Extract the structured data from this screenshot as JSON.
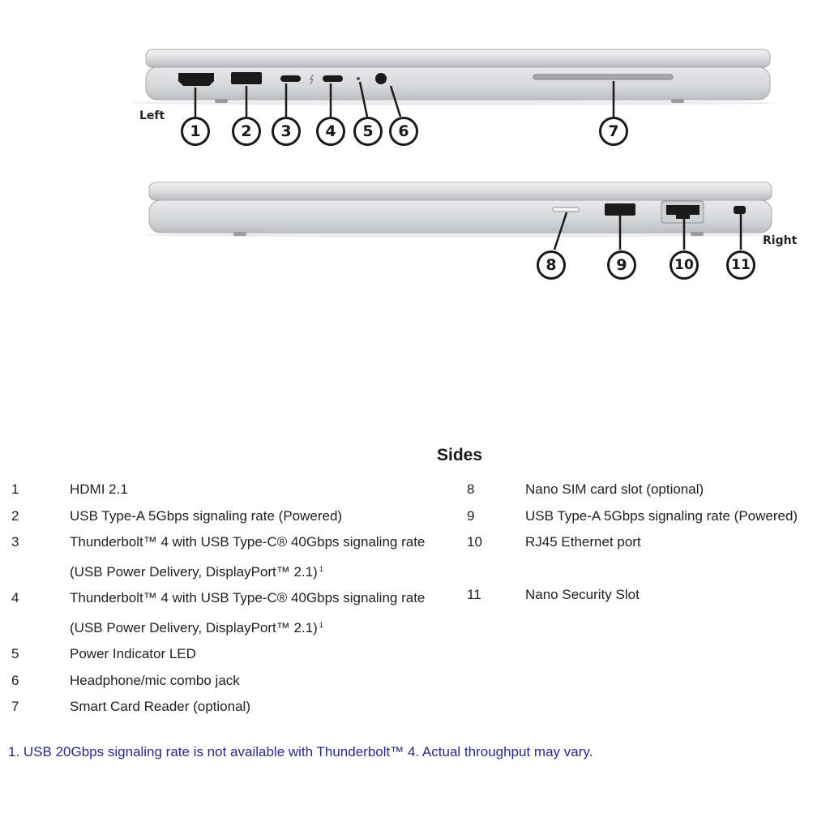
{
  "diagram": {
    "left_label": "Left",
    "right_label": "Right",
    "left_callouts": [
      "1",
      "2",
      "3",
      "4",
      "5",
      "6",
      "7"
    ],
    "right_callouts": [
      "8",
      "9",
      "10",
      "11"
    ]
  },
  "section_title": "Sides",
  "left_items": [
    {
      "num": "1",
      "lines": [
        "HDMI 2.1"
      ]
    },
    {
      "num": "2",
      "lines": [
        "USB Type-A 5Gbps signaling rate (Powered)"
      ]
    },
    {
      "num": "3",
      "lines": [
        "Thunderbolt™ 4 with USB Type-C® 40Gbps signaling rate",
        "(USB Power Delivery, DisplayPort™ 2.1)"
      ],
      "sup": "1"
    },
    {
      "num": "4",
      "lines": [
        "Thunderbolt™ 4 with USB Type-C® 40Gbps signaling rate",
        "(USB Power Delivery, DisplayPort™ 2.1)"
      ],
      "sup": "1"
    },
    {
      "num": "5",
      "lines": [
        "Power Indicator LED"
      ]
    },
    {
      "num": "6",
      "lines": [
        "Headphone/mic combo jack"
      ]
    },
    {
      "num": "7",
      "lines": [
        "Smart Card Reader (optional)"
      ]
    }
  ],
  "right_items": [
    {
      "num": "8",
      "lines": [
        "Nano SIM card slot (optional)"
      ]
    },
    {
      "num": "9",
      "lines": [
        "USB Type-A 5Gbps signaling rate (Powered)"
      ]
    },
    {
      "num": "10",
      "lines": [
        "RJ45 Ethernet port"
      ],
      "spacer_after": true
    },
    {
      "num": "11",
      "lines": [
        "Nano Security Slot"
      ]
    }
  ],
  "footnote": "1. USB 20Gbps signaling rate is not available with Thunderbolt™ 4. Actual throughput may vary.",
  "colors": {
    "footnote": "#2a2a8c",
    "chassis": "#d9dadc",
    "port": "#1a1a1a"
  }
}
